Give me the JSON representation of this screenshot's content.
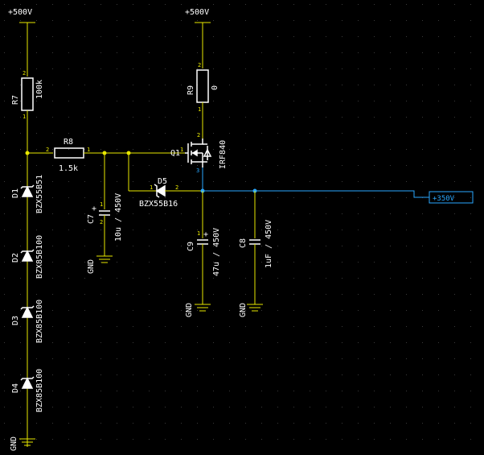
{
  "rails": {
    "vplus_left": "+500V",
    "vplus_right": "+500V"
  },
  "resistors": {
    "r7": {
      "ref": "R7",
      "value": "100k"
    },
    "r8": {
      "ref": "R8",
      "value": "1.5k"
    },
    "r9": {
      "ref": "R9",
      "value": "0"
    }
  },
  "diodes": {
    "d1": {
      "ref": "D1",
      "part": "BZX55B51"
    },
    "d2": {
      "ref": "D2",
      "part": "BZX85B100"
    },
    "d3": {
      "ref": "D3",
      "part": "BZX85B100"
    },
    "d4": {
      "ref": "D4",
      "part": "BZX85B100"
    },
    "d5": {
      "ref": "D5",
      "part": "BZX55B16"
    }
  },
  "capacitors": {
    "c7": {
      "ref": "C7",
      "value": "10u / 450V"
    },
    "c8": {
      "ref": "C8",
      "value": "1uF / 450V"
    },
    "c9": {
      "ref": "C9",
      "value": "47u / 450V"
    }
  },
  "mosfet": {
    "ref": "Q1",
    "part": "IRF840"
  },
  "grounds": {
    "label": "GND"
  },
  "output": {
    "label": "+350V"
  },
  "pins": {
    "p1": "1",
    "p2": "2",
    "p3": "3",
    "plus": "+"
  },
  "colors": {
    "background": "#000000",
    "wire": "#e8e800",
    "output_net": "#2aa8ff",
    "component": "#ffffff",
    "grid_dot": "#3a3a3a"
  }
}
